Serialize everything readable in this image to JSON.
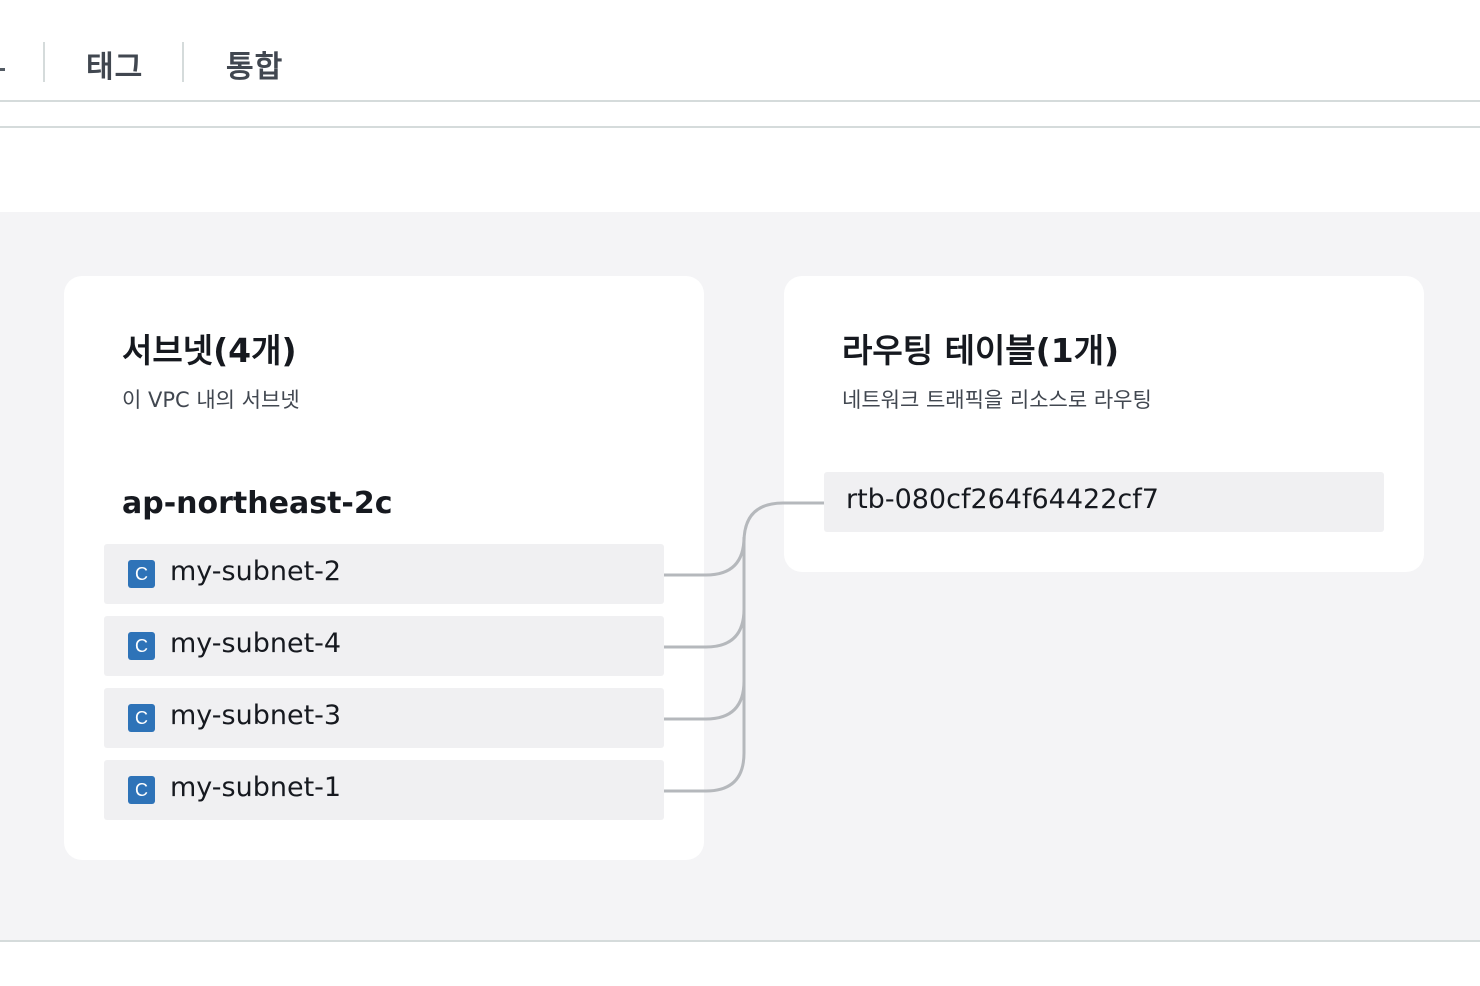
{
  "tabs": [
    {
      "label": "태그"
    },
    {
      "label": "통합"
    }
  ],
  "subnets_card": {
    "title": "서브넷(4개)",
    "subtitle": "이 VPC 내의 서브넷",
    "availability_zone": "ap-northeast-2c",
    "badge_letter": "C",
    "items": [
      {
        "label": "my-subnet-2"
      },
      {
        "label": "my-subnet-4"
      },
      {
        "label": "my-subnet-3"
      },
      {
        "label": "my-subnet-1"
      }
    ]
  },
  "route_tables_card": {
    "title": "라우팅 테이블(1개)",
    "subtitle": "네트워크 트래픽을 리소스로 라우팅",
    "items": [
      {
        "label": "rtb-080cf264f64422cf7"
      }
    ]
  },
  "colors": {
    "panel_background": "#f4f4f6",
    "badge": "#2e73b8",
    "connector": "#b5b8bc"
  }
}
